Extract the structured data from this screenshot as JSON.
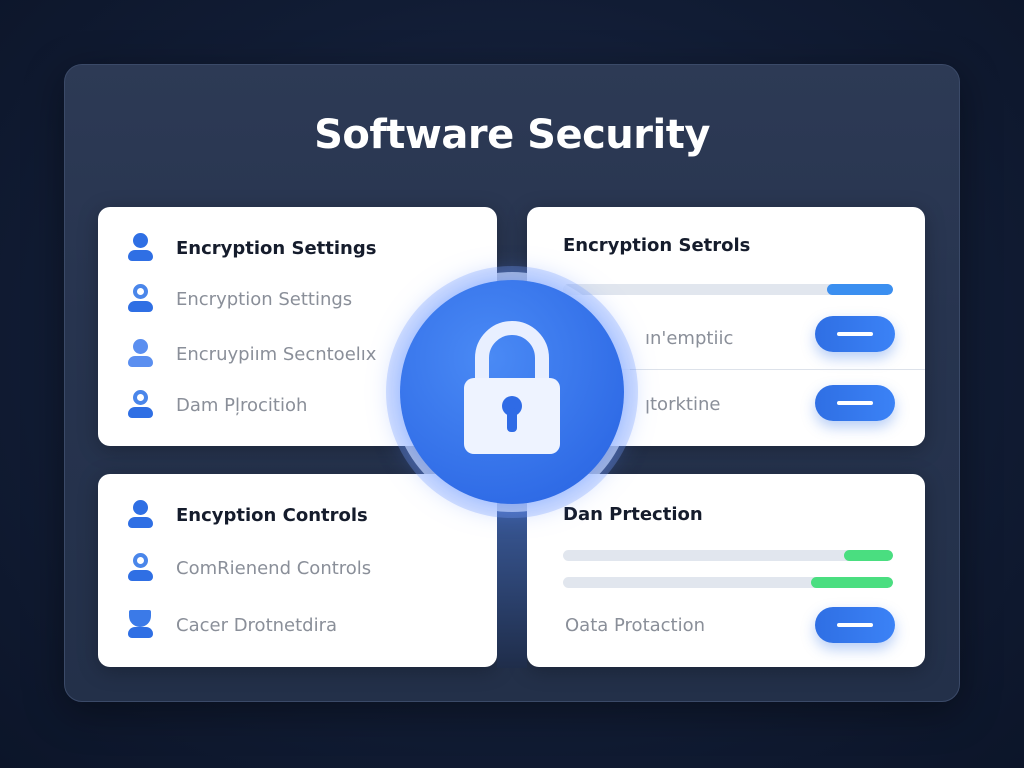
{
  "title": "Software Security",
  "colors": {
    "accent": "#2f6fe4",
    "progress_blue": "#3b8ff0",
    "progress_green": "#4ade80",
    "background": "#111c34"
  },
  "card_top_left": {
    "items": [
      {
        "label": "Encryption Settings",
        "icon": "user-icon",
        "bold": true
      },
      {
        "label": "Encryption Settings",
        "icon": "user-outline-icon"
      },
      {
        "label": "Encruypiım Secntoelıx",
        "icon": "user-icon"
      },
      {
        "label": "Dam Pļrocitioh",
        "icon": "user-outline-icon"
      }
    ]
  },
  "card_top_right": {
    "heading": "Encryption Setrols",
    "progress": 0.2,
    "rows": [
      {
        "label": "ın'emptiic",
        "toggle": "on"
      },
      {
        "label": "ꞁtorktine",
        "toggle": "on"
      }
    ]
  },
  "card_bottom_left": {
    "items": [
      {
        "label": "Encyption Controls",
        "icon": "user-icon",
        "bold": true
      },
      {
        "label": "ComRienend Controls",
        "icon": "user-outline-icon"
      },
      {
        "label": "Cacer Drotnetdira",
        "icon": "shield-user-icon"
      }
    ]
  },
  "card_bottom_right": {
    "heading": "Dan Prtection",
    "progress": [
      0.15,
      0.25
    ],
    "row": {
      "label": "Oata Protaction",
      "toggle": "on"
    }
  },
  "center_icon": "lock-icon"
}
